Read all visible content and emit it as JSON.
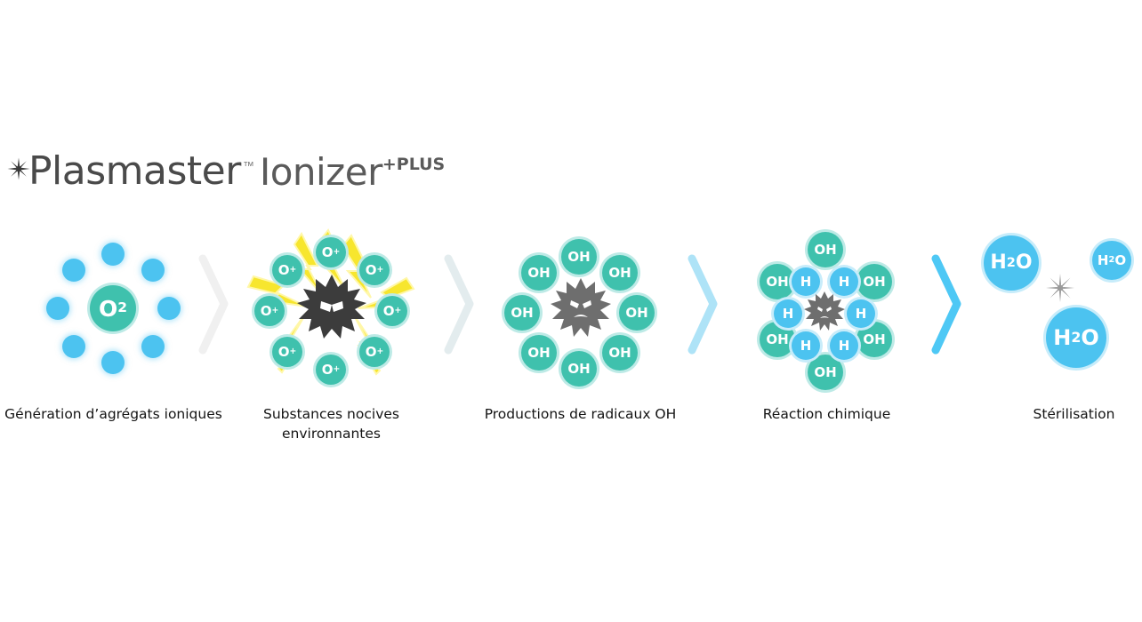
{
  "logo": {
    "star_icon": "starburst-icon",
    "word1": "Plasmaster",
    "trademark": "™",
    "word2": "Ionizer",
    "superscript": "+PLUS"
  },
  "flow": {
    "steps": [
      {
        "id": "ionic-aggregates",
        "caption": "Génération d’agrégats ioniques",
        "center_label": "O",
        "center_sup": "2",
        "satellite_count": 8,
        "center_color": "#3fc1ad",
        "satellite_color": "#4cc3f0"
      },
      {
        "id": "harmful-substances",
        "caption": "Substances nocives environnantes",
        "caption_line1": "Substances nocives",
        "caption_line2": "environnantes",
        "bubble_label": "O",
        "bubble_sup": "+",
        "bubble_count": 8,
        "germ": "angry-germ-icon",
        "bolts": "lightning-bolt-icon",
        "bubble_color": "#3fc1ad",
        "bolt_color": "#f5e33a"
      },
      {
        "id": "oh-radicals",
        "caption": "Productions de radicaux OH",
        "bubble_label": "OH",
        "bubble_count": 8,
        "germ": "sad-germ-icon",
        "bubble_color": "#3fc1ad"
      },
      {
        "id": "chemical-reaction",
        "caption": "Réaction chimique",
        "outer_label": "OH",
        "outer_count": 6,
        "inner_label": "H",
        "inner_count": 6,
        "germ": "small-germ-icon",
        "outer_color": "#3fc1ad",
        "inner_color": "#4cc3f0"
      },
      {
        "id": "sterilisation",
        "caption": "Stérilisation",
        "molecule_label": "H",
        "molecule_sub": "2",
        "molecule_tail": "O",
        "molecule_count": 3,
        "spark_icon": "spark-icon",
        "molecule_color": "#4cc3f0"
      }
    ],
    "chevrons": [
      {
        "id": "chevron-1",
        "color": "#f0f0f0"
      },
      {
        "id": "chevron-2",
        "color": "#e3ecee"
      },
      {
        "id": "chevron-3",
        "color": "#aee3f7"
      },
      {
        "id": "chevron-4",
        "color": "#4ec8f5"
      }
    ]
  }
}
